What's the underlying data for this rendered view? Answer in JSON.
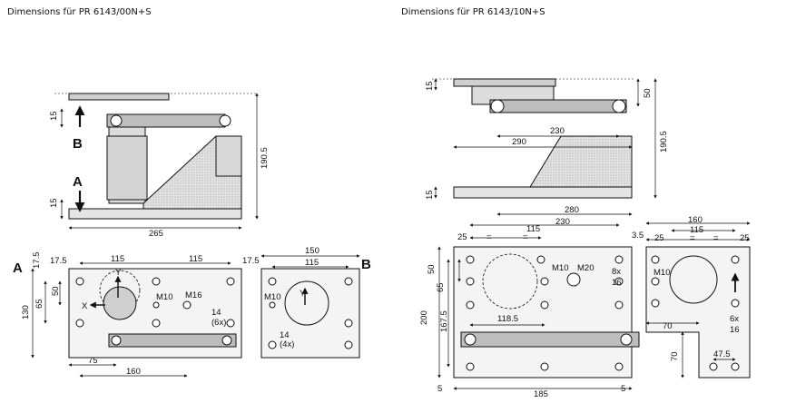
{
  "headings": {
    "left": "Dimensions für PR 6143/00N+S",
    "right": "Dimensions für PR 6143/10N+S"
  },
  "left_side": {
    "view_letters": {
      "b": "B",
      "a": "A"
    },
    "dims": {
      "d15_top": "15",
      "d15_bottom": "15",
      "height": "190.5",
      "width": "265"
    }
  },
  "left_plan": {
    "label": "A",
    "dims": {
      "d17_5_a": "17.5",
      "d17_5_b": "17.5",
      "d115_a": "115",
      "d115_b": "115",
      "d50": "50",
      "d65": "65",
      "d130": "130",
      "d75": "75",
      "d160": "160",
      "holes": "14",
      "holes_count": "(6x)"
    },
    "axes": {
      "y": "Y",
      "x": "X"
    },
    "threads": {
      "m10": "M10",
      "m16": "M16"
    }
  },
  "left_small": {
    "label": "B",
    "dims": {
      "d150": "150",
      "d115": "115",
      "holes": "14",
      "holes_count": "(4x)"
    },
    "thread": "M10",
    "axis": "Y"
  },
  "right_side": {
    "dims": {
      "d15_top": "15",
      "d50": "50",
      "d230": "230",
      "d290": "290",
      "height": "190.5",
      "d15_bottom": "15",
      "d280": "280"
    }
  },
  "right_plan": {
    "dims": {
      "d115": "115",
      "d230": "230",
      "d25": "25",
      "eq_a": "=",
      "eq_b": "=",
      "d50": "50",
      "d65": "65",
      "d200": "200",
      "d167_5": "167.5",
      "d118_5": "118.5",
      "d185": "185",
      "d5_a": "5",
      "d5_b": "5",
      "holes_count": "8x",
      "holes": "16"
    },
    "threads": {
      "m10": "M10",
      "m20": "M20"
    }
  },
  "right_small": {
    "dims": {
      "d160": "160",
      "d115": "115",
      "d3_5": "3.5",
      "d25_a": "25",
      "d25_b": "25",
      "eq_a": "=",
      "eq_b": "=",
      "d70_a": "70",
      "d70_b": "70",
      "d47_5": "47.5",
      "holes_count": "6x",
      "holes": "16"
    },
    "thread": "M10"
  }
}
